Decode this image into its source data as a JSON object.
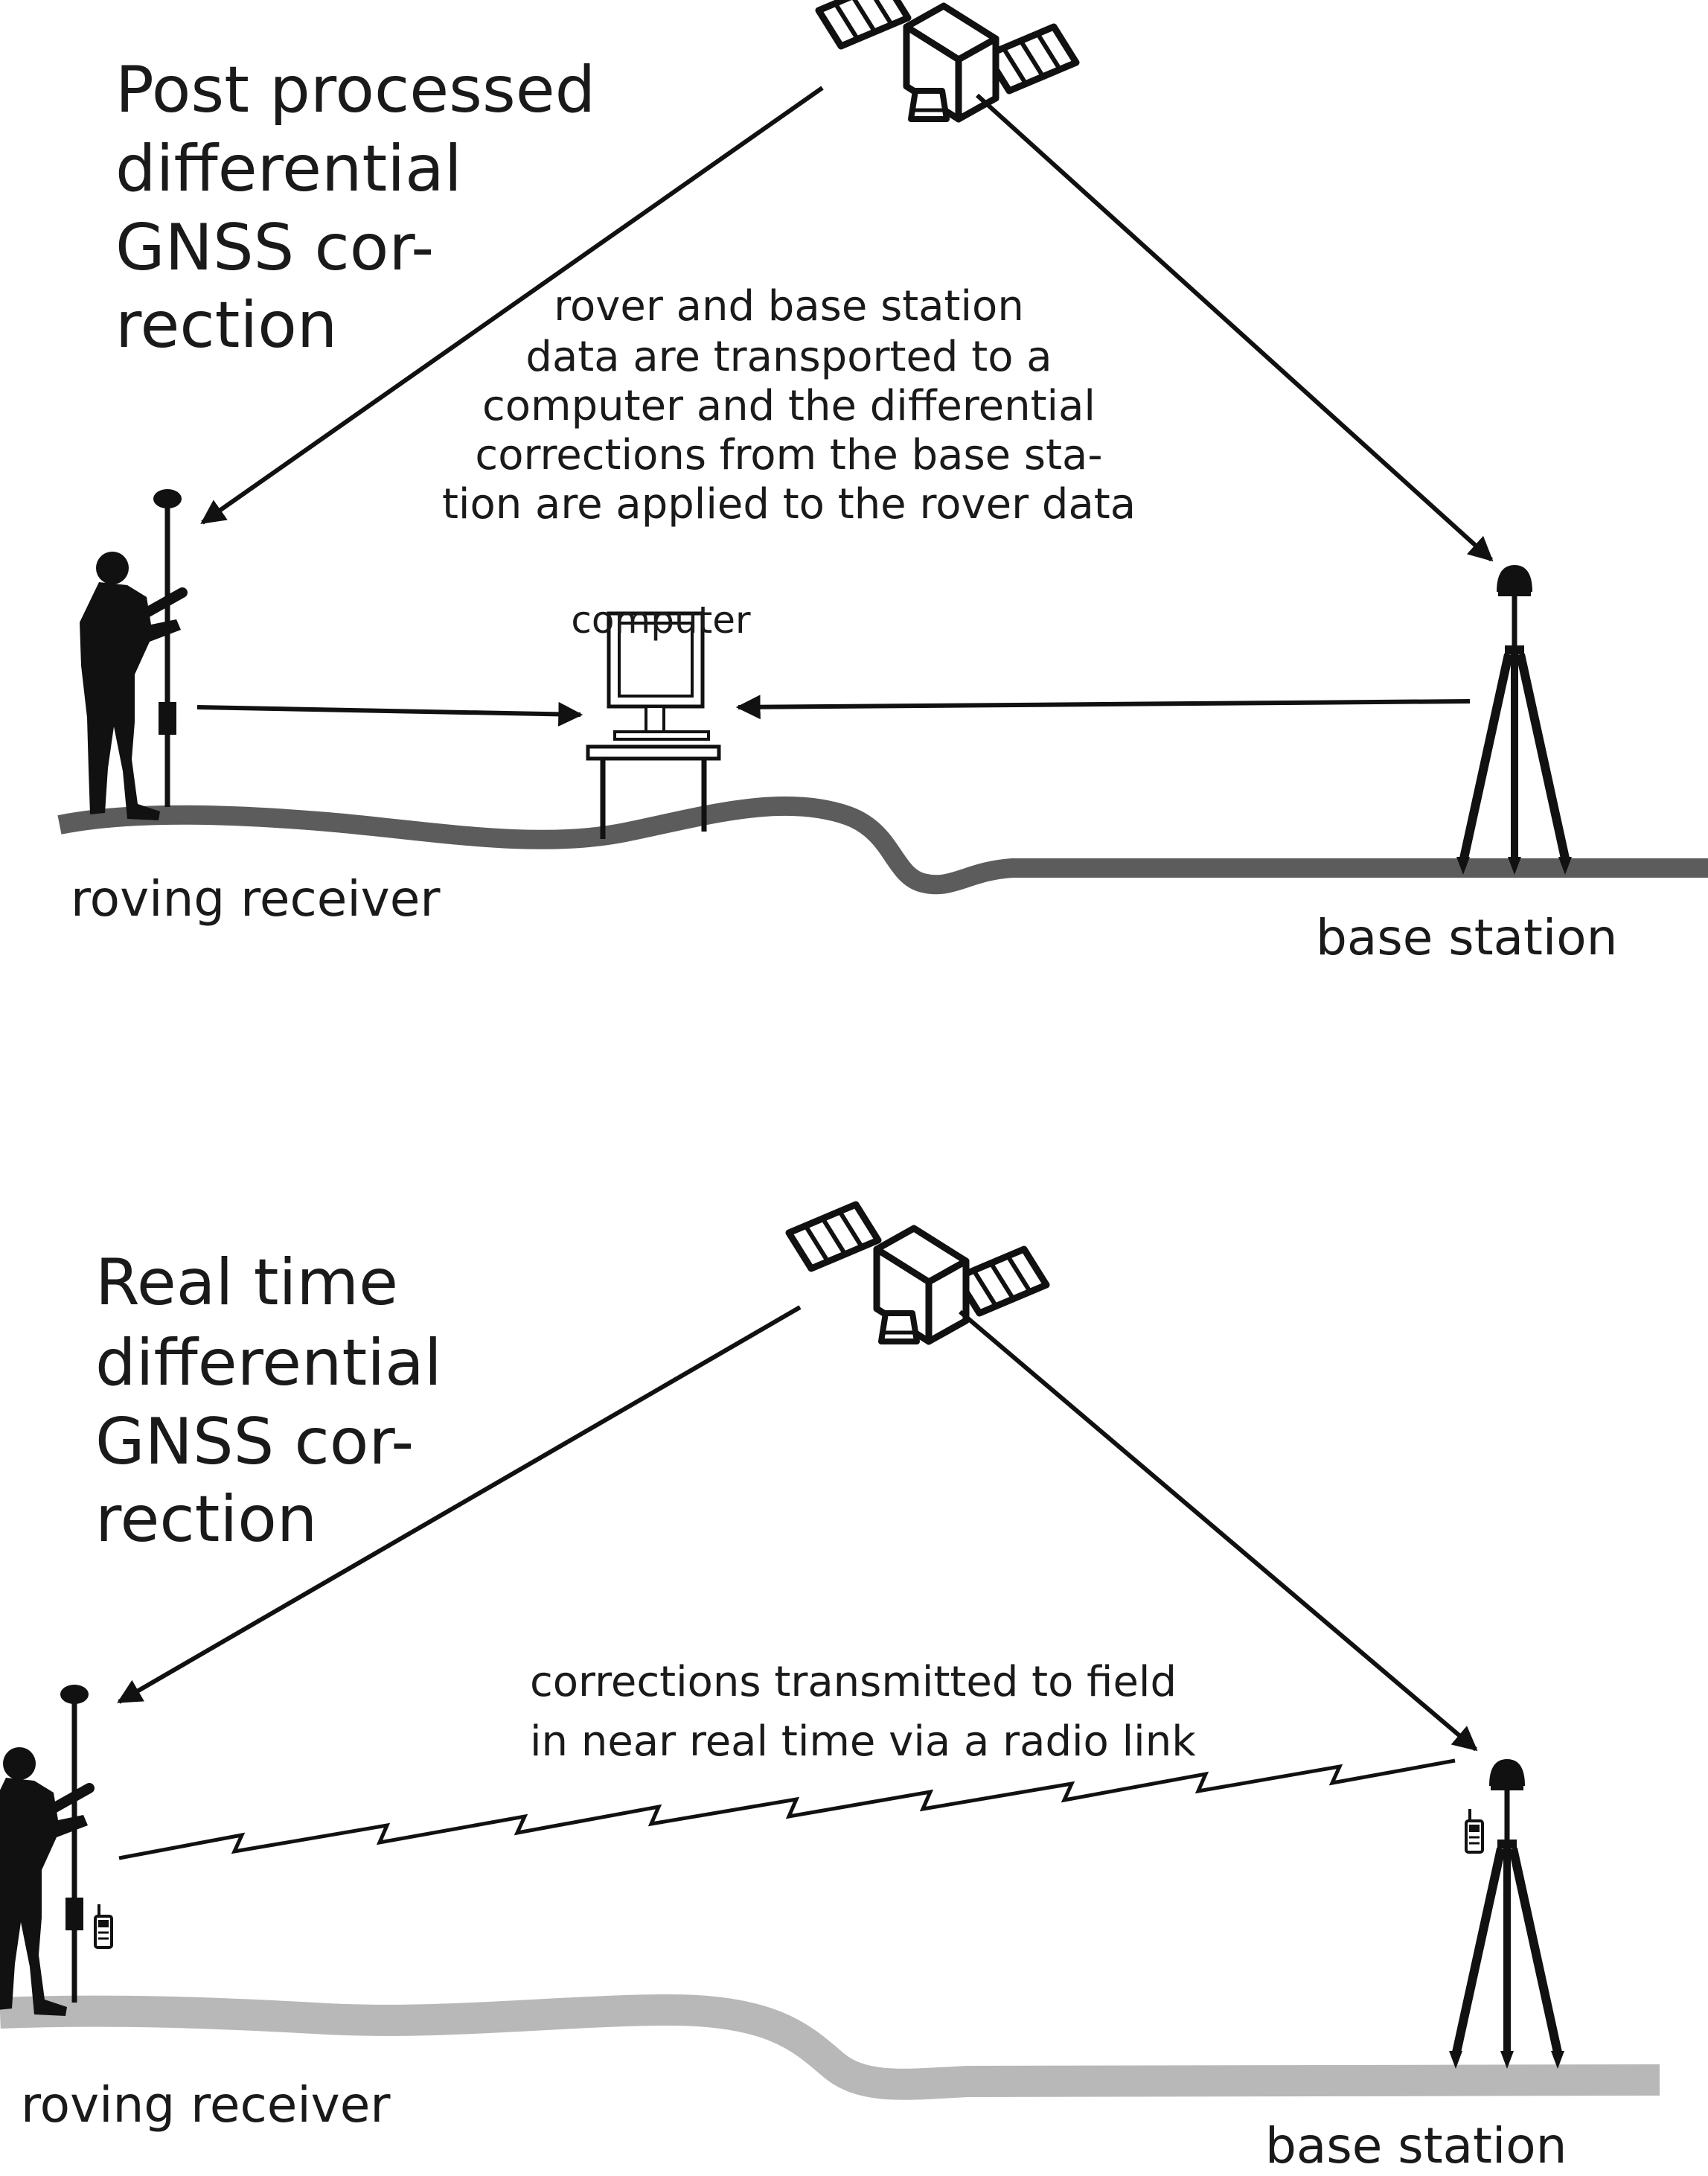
{
  "panels": {
    "post_processed": {
      "title_lines": [
        "Post processed",
        "differential",
        "GNSS cor-",
        "rection"
      ],
      "note_lines": [
        "rover and base station",
        "data are transported to a",
        "computer and the differential",
        "corrections from the base sta-",
        "tion are applied to the rover data"
      ],
      "computer_label": "computer",
      "rover_label": "roving receiver",
      "base_label": "base station",
      "ground_color": "#5c5c5c"
    },
    "real_time": {
      "title_lines": [
        "Real time",
        "differential",
        "GNSS cor-",
        "rection"
      ],
      "note_lines": [
        "corrections transmitted to field",
        "in near real time via a radio link"
      ],
      "rover_label": "roving receiver",
      "base_label": "base station",
      "ground_color": "#b8b8b8"
    }
  },
  "icons": [
    "satellite-icon",
    "surveyor-icon",
    "gnss-antenna-icon",
    "computer-icon",
    "tripod-icon",
    "radio-icon",
    "radio-link-zigzag"
  ]
}
